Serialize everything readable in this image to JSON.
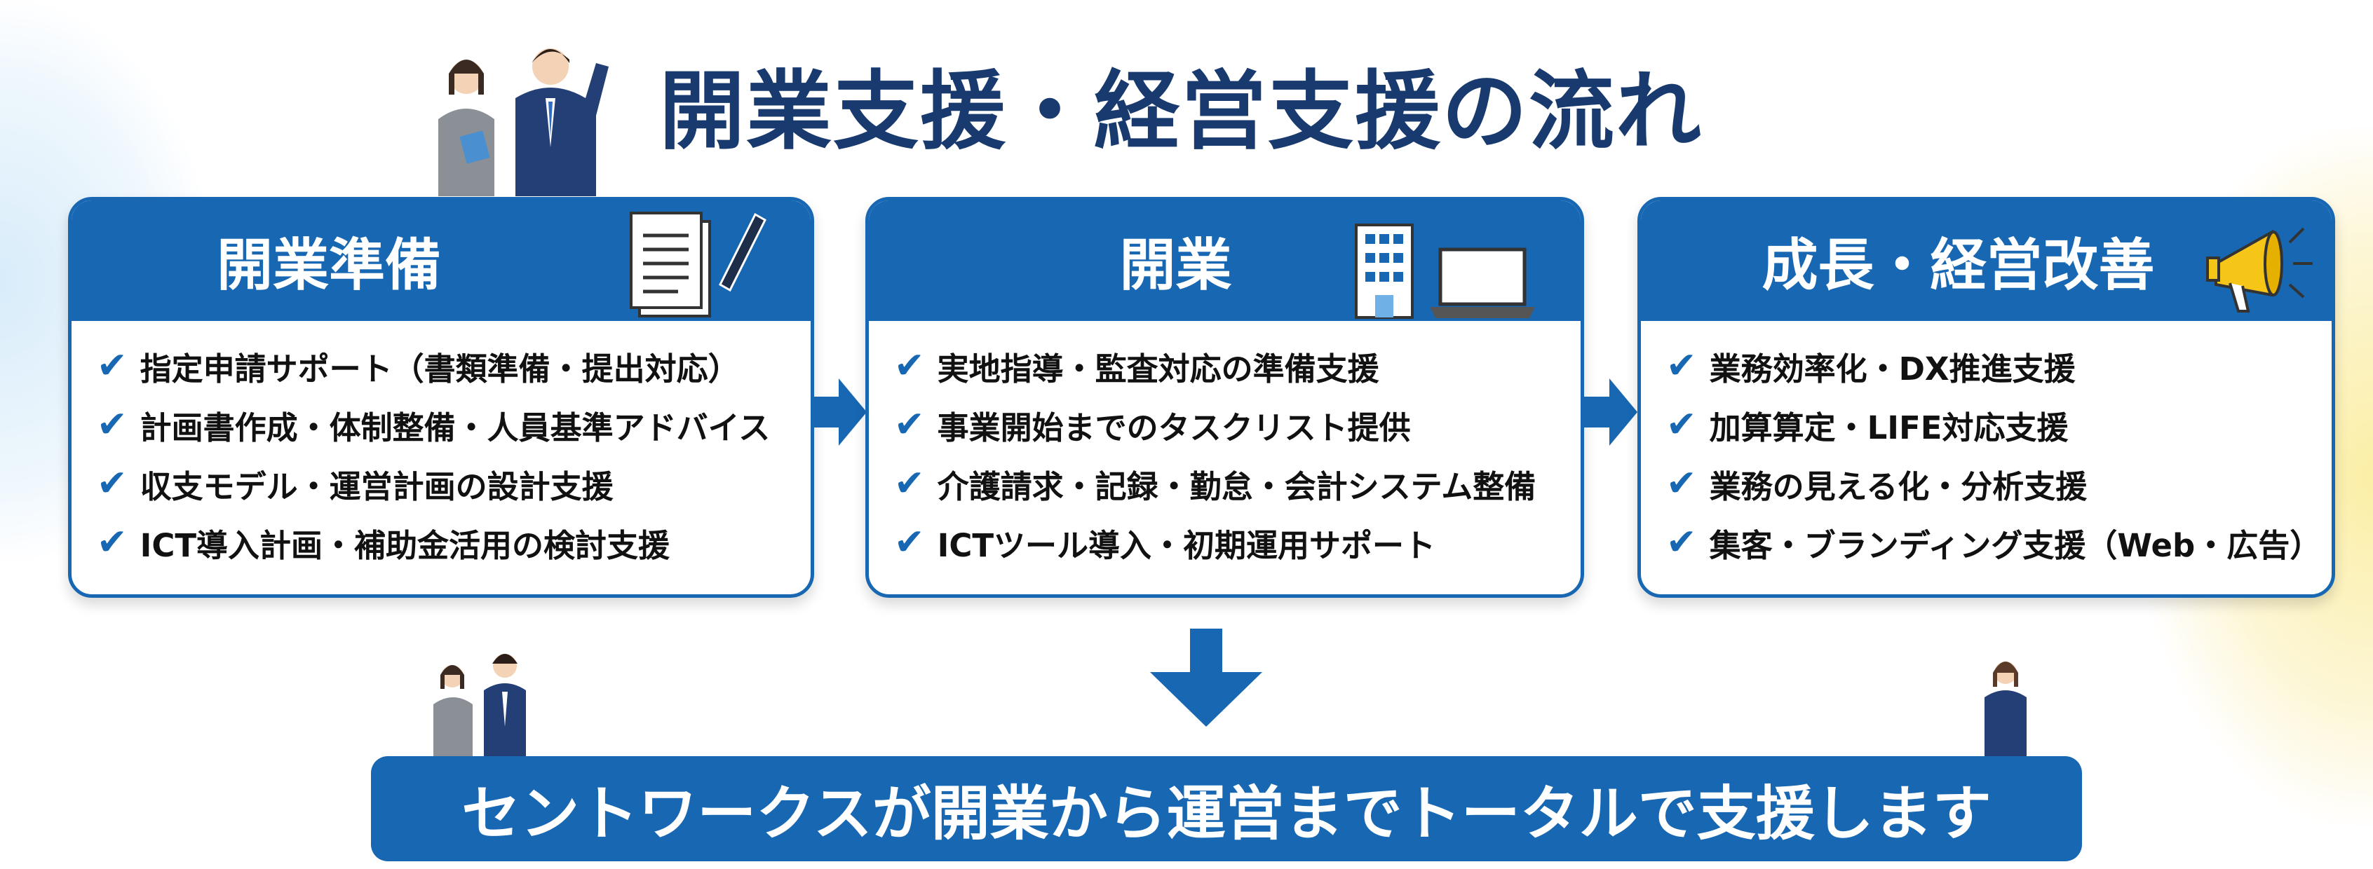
{
  "title": "開業支援・経営支援の流れ",
  "cards": [
    {
      "header": "開業準備",
      "icon": "document-pen-icon",
      "items": [
        "指定申請サポート（書類準備・提出対応）",
        "計画書作成・体制整備・人員基準アドバイス",
        "収支モデル・運営計画の設計支援",
        "ICT導入計画・補助金活用の検討支援"
      ]
    },
    {
      "header": "開業",
      "icon": "building-laptop-icon",
      "items": [
        "実地指導・監査対応の準備支援",
        "事業開始までのタスクリスト提供",
        "介護請求・記録・勤怠・会計システム整備",
        "ICTツール導入・初期運用サポート"
      ]
    },
    {
      "header": "成長・経営改善",
      "icon": "megaphone-icon",
      "items": [
        "業務効率化・DX推進支援",
        "加算算定・LIFE対応支援",
        "業務の見える化・分析支援",
        "集客・ブランディング支援（Web・広告）"
      ]
    }
  ],
  "check_mark": "✔",
  "banner": "セントワークスが開業から運営までトータルで支援します",
  "colors": {
    "primary": "#1767b3",
    "title": "#183a6e",
    "accent_yellow": "#f5c518"
  }
}
